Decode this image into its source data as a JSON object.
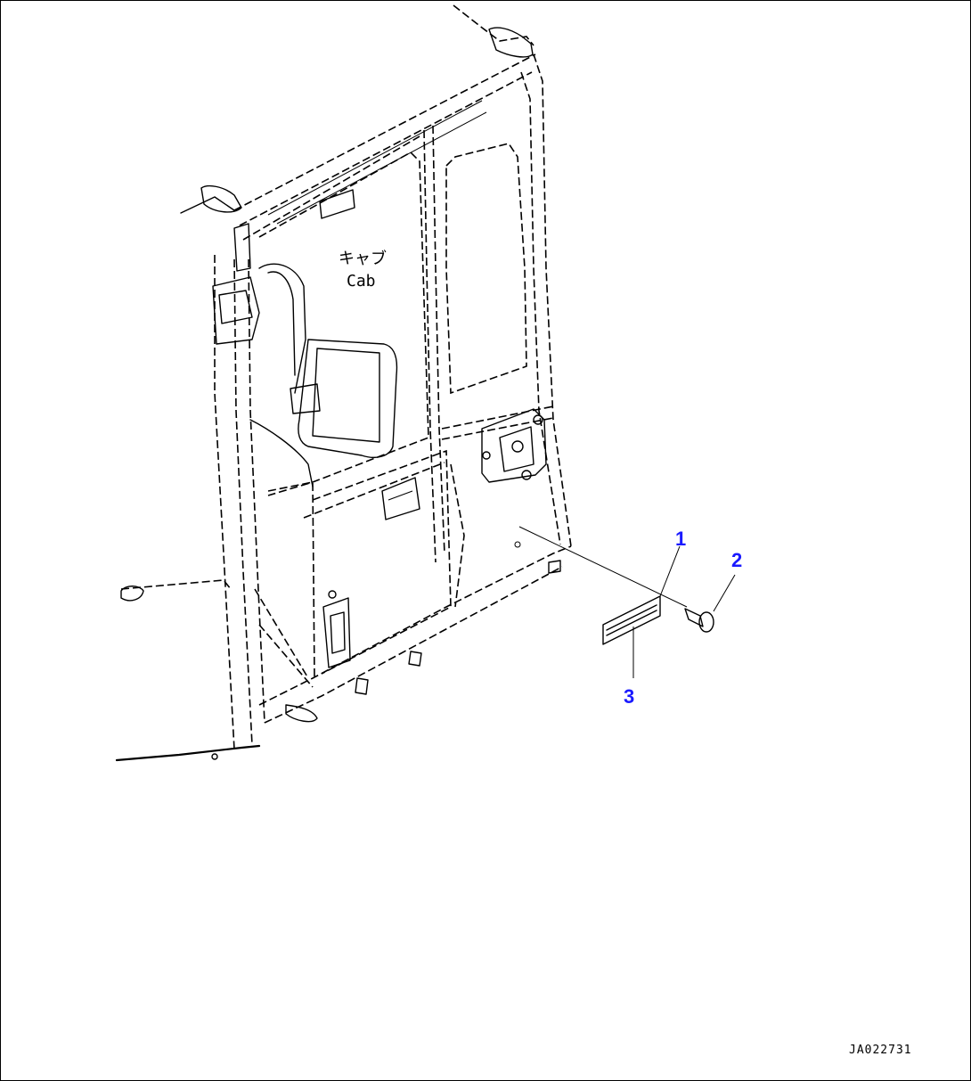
{
  "diagram": {
    "cab_label_jp": "キャブ",
    "cab_label_en": "Cab",
    "drawing_code": "JA022731",
    "callouts": [
      {
        "number": "1",
        "part": "plate"
      },
      {
        "number": "2",
        "part": "rivet"
      },
      {
        "number": "3",
        "part": "label"
      }
    ]
  },
  "colors": {
    "callout": "#1a1aff",
    "line": "#000000",
    "background": "#ffffff"
  }
}
